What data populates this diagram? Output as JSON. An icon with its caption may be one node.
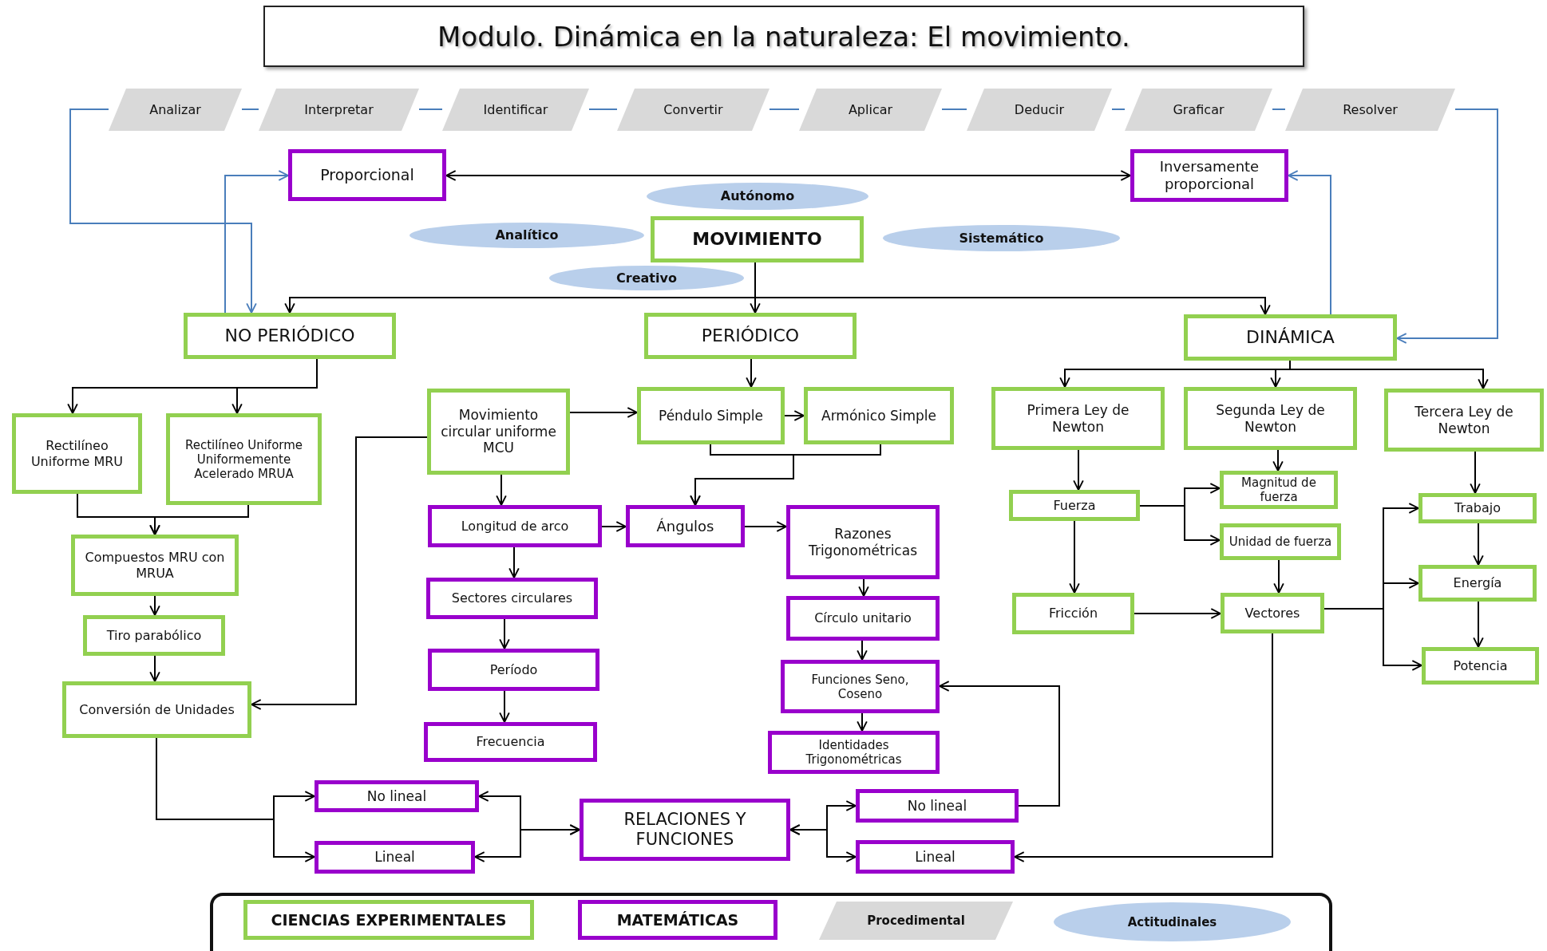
{
  "diagram": {
    "title": "Modulo. Dinámica en la naturaleza: El movimiento.",
    "nodes": [
      {
        "text": [
          "Analizar"
        ]
      },
      {
        "text": [
          "Interpretar"
        ]
      },
      {
        "text": [
          "Identificar"
        ]
      },
      {
        "text": [
          "Convertir"
        ]
      },
      {
        "text": [
          "Aplicar"
        ]
      },
      {
        "text": [
          "Deducir"
        ]
      },
      {
        "text": [
          "Graficar"
        ]
      },
      {
        "text": [
          "Resolver"
        ]
      },
      {
        "text": [
          "Proporcional"
        ]
      },
      {
        "text": [
          "Inversamente proporcional"
        ]
      },
      {
        "text": [
          "Autónomo"
        ]
      },
      {
        "text": [
          "Analítico"
        ]
      },
      {
        "text": [
          "MOVIMIENTO"
        ]
      },
      {
        "text": [
          "Sistemático"
        ]
      },
      {
        "text": [
          "Creativo"
        ]
      },
      {
        "text": [
          "NO PERIÓDICO"
        ]
      },
      {
        "text": [
          "PERIÓDICO"
        ]
      },
      {
        "text": [
          "DINÁMICA"
        ]
      },
      {
        "text": [
          "Rectilíneo Uniforme MRU"
        ]
      },
      {
        "text": [
          "Rectilíneo Uniforme Uniformemente Acelerado MRUA"
        ]
      },
      {
        "text": [
          "Movimiento circular uniforme MCU"
        ]
      },
      {
        "text": [
          "Péndulo Simple"
        ]
      },
      {
        "text": [
          "Armónico Simple"
        ]
      },
      {
        "text": [
          "Primera Ley de Newton"
        ]
      },
      {
        "text": [
          "Segunda Ley de Newton"
        ]
      },
      {
        "text": [
          "Tercera Ley de Newton"
        ]
      },
      {
        "text": [
          "Compuestos MRU con MRUA"
        ]
      },
      {
        "text": [
          "Longitud de arco"
        ]
      },
      {
        "text": [
          "Ángulos"
        ]
      },
      {
        "text": [
          "Razones Trigonométricas"
        ]
      },
      {
        "text": [
          "Fuerza"
        ]
      },
      {
        "text": [
          "Magnitud de fuerza"
        ]
      },
      {
        "text": [
          "Unidad de fuerza"
        ]
      },
      {
        "text": [
          "Trabajo"
        ]
      },
      {
        "text": [
          "Sectores circulares"
        ]
      },
      {
        "text": [
          "Círculo unitario"
        ]
      },
      {
        "text": [
          "Tiro parabólico"
        ]
      },
      {
        "text": [
          "Fricción"
        ]
      },
      {
        "text": [
          "Vectores"
        ]
      },
      {
        "text": [
          "Energía"
        ]
      },
      {
        "text": [
          "Período"
        ]
      },
      {
        "text": [
          "Funciones Seno, Coseno"
        ]
      },
      {
        "text": [
          "Potencia"
        ]
      },
      {
        "text": [
          "Conversión de Unidades"
        ]
      },
      {
        "text": [
          "Frecuencia"
        ]
      },
      {
        "text": [
          "Identidades Trigonométricas"
        ]
      },
      {
        "text": [
          "No lineal"
        ]
      },
      {
        "text": [
          "No lineal"
        ]
      },
      {
        "text": [
          "RELACIONES Y FUNCIONES"
        ]
      },
      {
        "text": [
          "Lineal"
        ]
      },
      {
        "text": [
          "Lineal"
        ]
      }
    ],
    "edges": [
      {
        "from": 0,
        "to": 1,
        "arrow": "none",
        "color": "#4a7ebb"
      },
      {
        "from": 1,
        "to": 2,
        "arrow": "none",
        "color": "#4a7ebb"
      },
      {
        "from": 2,
        "to": 3,
        "arrow": "none",
        "color": "#4a7ebb"
      },
      {
        "from": 3,
        "to": 4,
        "arrow": "none",
        "color": "#4a7ebb"
      },
      {
        "from": 4,
        "to": 5,
        "arrow": "none",
        "color": "#4a7ebb"
      },
      {
        "from": 5,
        "to": 6,
        "arrow": "none",
        "color": "#4a7ebb"
      },
      {
        "from": 6,
        "to": 7,
        "arrow": "none",
        "color": "#4a7ebb"
      },
      {
        "from": 0,
        "to": 15,
        "arrow": "to",
        "color": "#4a7ebb"
      },
      {
        "from": 7,
        "to": 17,
        "arrow": "to",
        "color": "#4a7ebb"
      },
      {
        "from": 15,
        "to": 8,
        "arrow": "to",
        "color": "#4a7ebb"
      },
      {
        "from": 17,
        "to": 9,
        "arrow": "to",
        "color": "#4a7ebb"
      },
      {
        "from": 8,
        "to": 9,
        "arrow": "both"
      },
      {
        "from": 12,
        "to": 15,
        "arrow": "to"
      },
      {
        "from": 12,
        "to": 16,
        "arrow": "to"
      },
      {
        "from": 12,
        "to": 17,
        "arrow": "to"
      },
      {
        "from": 15,
        "to": 18,
        "arrow": "to"
      },
      {
        "from": 15,
        "to": 19,
        "arrow": "to"
      },
      {
        "from": 18,
        "to": 26,
        "arrow": "to"
      },
      {
        "from": 19,
        "to": 26,
        "arrow": "to"
      },
      {
        "from": 26,
        "to": 36,
        "arrow": "to"
      },
      {
        "from": 36,
        "to": 43,
        "arrow": "to"
      },
      {
        "from": 20,
        "to": 43,
        "arrow": "to"
      },
      {
        "from": 16,
        "to": 21,
        "arrow": "to"
      },
      {
        "from": 20,
        "to": 21,
        "arrow": "to"
      },
      {
        "from": 21,
        "to": 22,
        "arrow": "to"
      },
      {
        "from": 21,
        "to": 28,
        "arrow": "to"
      },
      {
        "from": 22,
        "to": 28,
        "arrow": "to"
      },
      {
        "from": 20,
        "to": 27,
        "arrow": "to"
      },
      {
        "from": 27,
        "to": 28,
        "arrow": "to"
      },
      {
        "from": 28,
        "to": 29,
        "arrow": "to"
      },
      {
        "from": 27,
        "to": 34,
        "arrow": "to"
      },
      {
        "from": 34,
        "to": 40,
        "arrow": "to"
      },
      {
        "from": 40,
        "to": 44,
        "arrow": "to"
      },
      {
        "from": 29,
        "to": 35,
        "arrow": "to"
      },
      {
        "from": 35,
        "to": 41,
        "arrow": "to"
      },
      {
        "from": 41,
        "to": 45,
        "arrow": "to"
      },
      {
        "from": 17,
        "to": 23,
        "arrow": "to"
      },
      {
        "from": 17,
        "to": 24,
        "arrow": "to"
      },
      {
        "from": 17,
        "to": 25,
        "arrow": "to"
      },
      {
        "from": 23,
        "to": 30,
        "arrow": "to"
      },
      {
        "from": 24,
        "to": 31,
        "arrow": "to"
      },
      {
        "from": 30,
        "to": 31,
        "arrow": "to"
      },
      {
        "from": 30,
        "to": 32,
        "arrow": "to"
      },
      {
        "from": 30,
        "to": 37,
        "arrow": "to"
      },
      {
        "from": 32,
        "to": 38,
        "arrow": "to"
      },
      {
        "from": 37,
        "to": 38,
        "arrow": "to"
      },
      {
        "from": 38,
        "to": 33,
        "arrow": "to"
      },
      {
        "from": 38,
        "to": 39,
        "arrow": "to"
      },
      {
        "from": 38,
        "to": 42,
        "arrow": "to"
      },
      {
        "from": 25,
        "to": 33,
        "arrow": "to"
      },
      {
        "from": 33,
        "to": 39,
        "arrow": "to"
      },
      {
        "from": 39,
        "to": 42,
        "arrow": "to"
      },
      {
        "from": 38,
        "to": 50,
        "arrow": "to"
      },
      {
        "from": 47,
        "to": 41,
        "arrow": "to"
      },
      {
        "from": 43,
        "to": 46,
        "arrow": "to"
      },
      {
        "from": 43,
        "to": 49,
        "arrow": "to"
      },
      {
        "from": 46,
        "to": 48,
        "arrow": "both"
      },
      {
        "from": 49,
        "to": 48,
        "arrow": "both"
      },
      {
        "from": 48,
        "to": 47,
        "arrow": "both"
      },
      {
        "from": 48,
        "to": 50,
        "arrow": "both"
      }
    ],
    "legend": [
      {
        "text": "CIENCIAS EXPERIMENTALES"
      },
      {
        "text": "MATEMÁTICAS"
      },
      {
        "text": "Procedimental"
      },
      {
        "text": "Actitudinales"
      }
    ]
  }
}
